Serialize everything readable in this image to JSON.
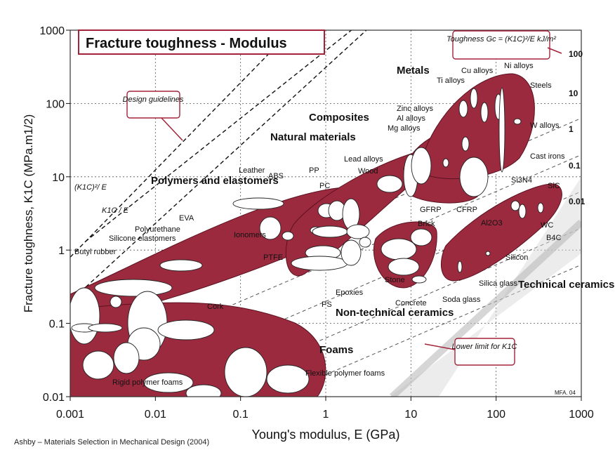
{
  "colors": {
    "field": "#9b2a3e",
    "field_edge": "#5a1220",
    "ellipse_fill": "#ffffff",
    "frame": "#333333",
    "grid": "#555555",
    "callout_border": "#a3233a",
    "arrow": "#a3233a",
    "plot_bg": "#ffffff"
  },
  "credit": "Ashby – Materials Selection in Mechanical Design (2004)",
  "chart_data": {
    "type": "scatter",
    "title": "Fracture toughness - Modulus",
    "xlabel": "Young's modulus, E (GPa)",
    "ylabel": "Fracture toughness, K1C (MPa.m1/2)",
    "xlim": [
      0.001,
      1000
    ],
    "ylim": [
      0.01,
      1000
    ],
    "xscale": "log",
    "yscale": "log",
    "grid": true,
    "x_ticks": [
      "0.001",
      "0.01",
      "0.1",
      "1",
      "10",
      "100",
      "1000"
    ],
    "y_ticks": [
      "0.01",
      "0.1",
      "1",
      "10",
      "100",
      "1000"
    ],
    "guide_label": "Toughness Gc = (K1C)²/E  kJ/m²",
    "guide_values": [
      "100",
      "10",
      "1",
      "0.1",
      "0.01"
    ],
    "design_guides": [
      "(K1C)²/ E",
      "K1C / E"
    ],
    "callouts": [
      "Design guidelines",
      "Lower limit for K1C"
    ],
    "watermark": "MFA. 04",
    "families": [
      {
        "name": "Metals",
        "x": 150,
        "y": 30
      },
      {
        "name": "Composites",
        "x": 30,
        "y": 14
      },
      {
        "name": "Natural materials",
        "x": 4,
        "y": 7
      },
      {
        "name": "Polymers and elastomers",
        "x": 0.3,
        "y": 4
      },
      {
        "name": "Non-technical ceramics",
        "x": 4,
        "y": 0.5
      },
      {
        "name": "Technical ceramics",
        "x": 300,
        "y": 1.2
      },
      {
        "name": "Foams",
        "x": 0.5,
        "y": 0.03
      }
    ],
    "materials": [
      {
        "name": "Cu alloys",
        "x": 90,
        "y": 60
      },
      {
        "name": "Ni alloys",
        "x": 200,
        "y": 80
      },
      {
        "name": "Ti alloys",
        "x": 110,
        "y": 60
      },
      {
        "name": "Steels",
        "x": 210,
        "y": 60
      },
      {
        "name": "Zinc alloys",
        "x": 80,
        "y": 40
      },
      {
        "name": "Al alloys",
        "x": 70,
        "y": 30
      },
      {
        "name": "Mg alloys",
        "x": 45,
        "y": 20
      },
      {
        "name": "W alloys",
        "x": 400,
        "y": 50
      },
      {
        "name": "Cast irons",
        "x": 180,
        "y": 15
      },
      {
        "name": "Lead alloys",
        "x": 15,
        "y": 12
      },
      {
        "name": "Wood",
        "x": 12,
        "y": 9
      },
      {
        "name": "GFRP",
        "x": 20,
        "y": 25
      },
      {
        "name": "CFRP",
        "x": 100,
        "y": 25
      },
      {
        "name": "Si3N4",
        "x": 300,
        "y": 5
      },
      {
        "name": "SiC",
        "x": 400,
        "y": 3.5
      },
      {
        "name": "Al2O3",
        "x": 350,
        "y": 4
      },
      {
        "name": "WC",
        "x": 600,
        "y": 4
      },
      {
        "name": "B4C",
        "x": 450,
        "y": 3
      },
      {
        "name": "Silicon",
        "x": 150,
        "y": 1
      },
      {
        "name": "Silica glass",
        "x": 70,
        "y": 0.7
      },
      {
        "name": "Soda glass",
        "x": 65,
        "y": 0.6
      },
      {
        "name": "Brick",
        "x": 20,
        "y": 1.5
      },
      {
        "name": "Stone",
        "x": 10,
        "y": 1
      },
      {
        "name": "Concrete",
        "x": 20,
        "y": 0.5
      },
      {
        "name": "Leather",
        "x": 0.2,
        "y": 6
      },
      {
        "name": "PP",
        "x": 1.2,
        "y": 3.5
      },
      {
        "name": "ABS",
        "x": 2,
        "y": 3
      },
      {
        "name": "PC",
        "x": 2.5,
        "y": 3
      },
      {
        "name": "Ionomers",
        "x": 0.3,
        "y": 2
      },
      {
        "name": "PTFE",
        "x": 0.45,
        "y": 1.3
      },
      {
        "name": "PS",
        "x": 2.5,
        "y": 1.5
      },
      {
        "name": "Epoxies",
        "x": 3,
        "y": 1
      },
      {
        "name": "EVA",
        "x": 0.03,
        "y": 1
      },
      {
        "name": "Polyurethane",
        "x": 0.015,
        "y": 0.5
      },
      {
        "name": "Silicone elastomers",
        "x": 0.01,
        "y": 0.4
      },
      {
        "name": "Butyl rubber",
        "x": 0.002,
        "y": 0.3
      },
      {
        "name": "Cork",
        "x": 0.03,
        "y": 0.1
      },
      {
        "name": "Rigid polymer foams",
        "x": 0.01,
        "y": 0.04
      },
      {
        "name": "Flexible polymer foams",
        "x": 0.2,
        "y": 0.015
      }
    ]
  }
}
